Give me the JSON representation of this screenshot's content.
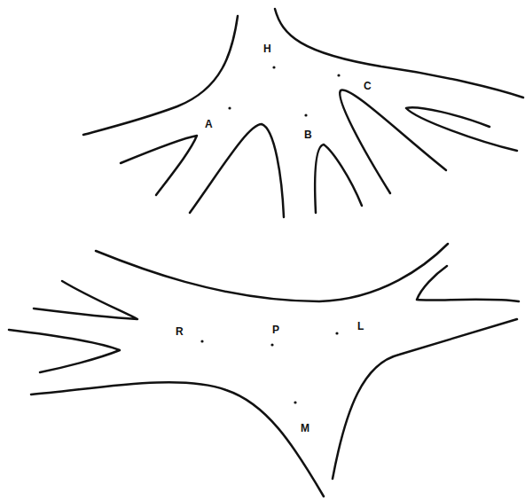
{
  "diagram": {
    "labels": [
      "H",
      "A",
      "B",
      "C",
      "R",
      "P",
      "L",
      "M"
    ]
  }
}
